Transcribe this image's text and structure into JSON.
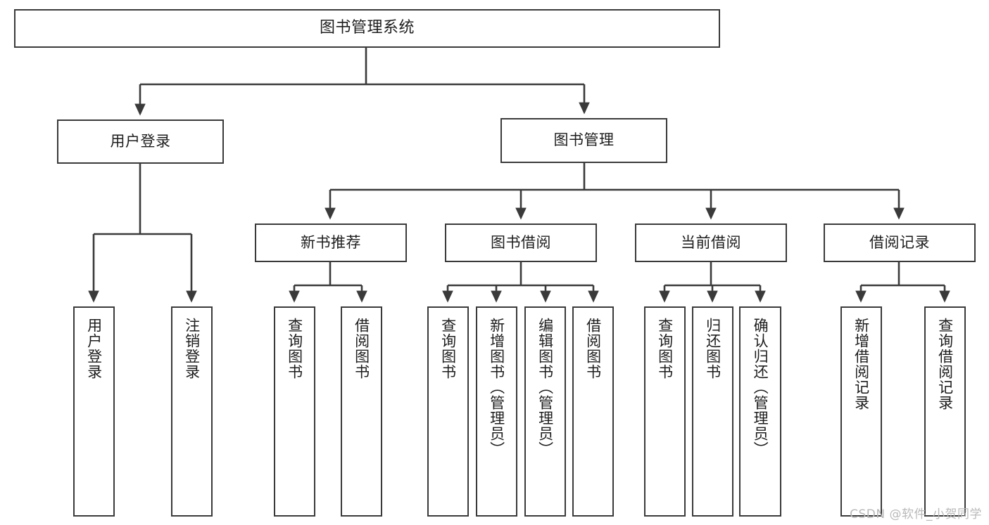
{
  "diagram": {
    "title": "图书管理系统",
    "type": "tree-hierarchy",
    "stroke_color": "#3a3a3a",
    "fill_color": "#ffffff",
    "text_color": "#1d1d1d",
    "nodes": {
      "root": {
        "label": "图书管理系统"
      },
      "level2": [
        {
          "label": "用户登录"
        },
        {
          "label": "图书管理"
        }
      ],
      "level3": [
        {
          "label": "新书推荐"
        },
        {
          "label": "图书借阅"
        },
        {
          "label": "当前借阅"
        },
        {
          "label": "借阅记录"
        }
      ],
      "leaves": {
        "user_login": [
          {
            "label": "用户登录"
          },
          {
            "label": "注销登录"
          }
        ],
        "new_book": [
          {
            "label": "查询图书"
          },
          {
            "label": "借阅图书"
          }
        ],
        "book_borrow": [
          {
            "label": "查询图书"
          },
          {
            "label": "新增图书（管理员）"
          },
          {
            "label": "编辑图书（管理员）"
          },
          {
            "label": "借阅图书"
          }
        ],
        "current_borrow": [
          {
            "label": "查询图书"
          },
          {
            "label": "归还图书"
          },
          {
            "label": "确认归还（管理员）"
          }
        ],
        "borrow_record": [
          {
            "label": "新增借阅记录"
          },
          {
            "label": "查询借阅记录"
          }
        ]
      }
    }
  },
  "watermark": {
    "text": "CSDN @软件_小贺同学"
  }
}
